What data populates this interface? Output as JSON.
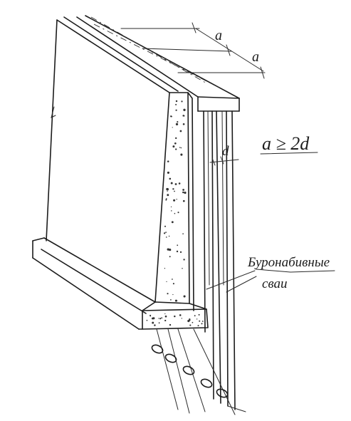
{
  "diagram": {
    "labels": {
      "dim_a_top": "a",
      "dim_a_second": "a",
      "formula": "a ≥ 2d",
      "dim_d": "d",
      "piles_line1": "Буронабивные",
      "piles_line2": "сваи"
    }
  }
}
